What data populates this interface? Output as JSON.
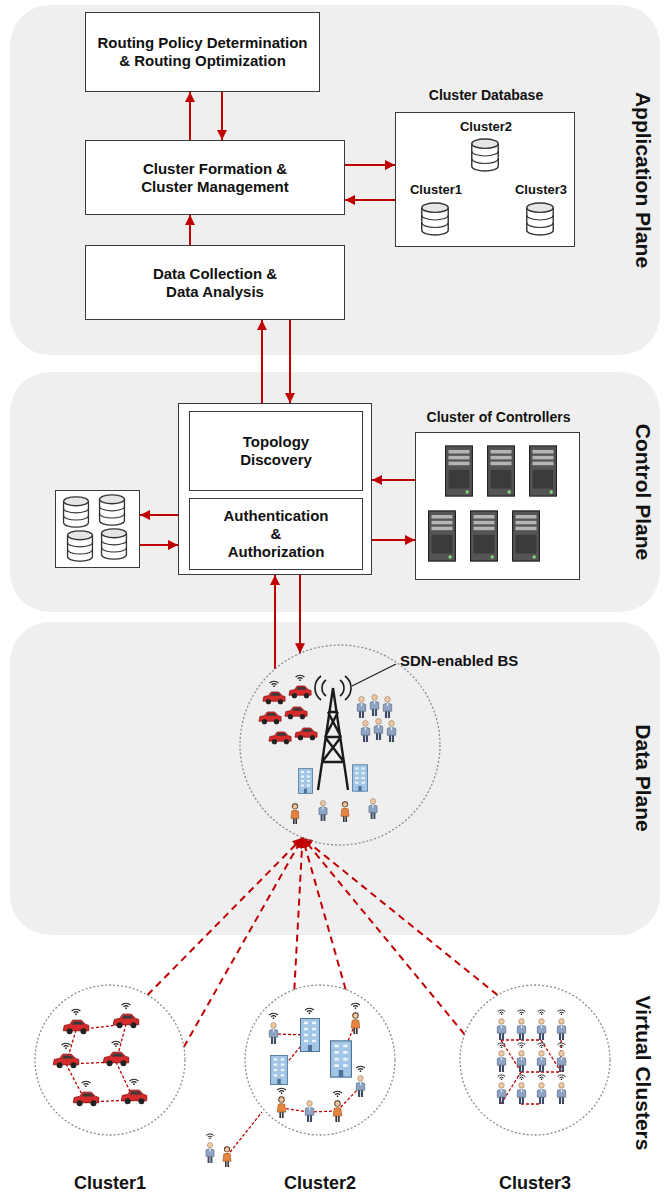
{
  "diagram": {
    "nodes": [
      {
        "text": [
          "Application Plane"
        ]
      },
      {
        "text": [
          "Routing Policy Determination & Routing Optimization"
        ],
        "in": 0
      },
      {
        "text": [
          "Cluster Formation & Cluster Management"
        ],
        "in": 0
      },
      {
        "text": [
          "Data Collection & Data Analysis"
        ],
        "in": 0
      },
      {
        "text": [
          "Cluster Database"
        ],
        "in": 0
      },
      {
        "text": [
          "Cluster2"
        ],
        "in": 4
      },
      {
        "text": [
          "Cluster1"
        ],
        "in": 4
      },
      {
        "text": [
          "Cluster3"
        ],
        "in": 4
      },
      {
        "text": [
          "Control Plane"
        ]
      },
      {
        "text": [],
        "in": 8
      },
      {
        "text": [
          "Topology Discovery"
        ],
        "in": 9
      },
      {
        "text": [
          "Authentication & Authorization"
        ],
        "in": 9
      },
      {
        "text": [],
        "in": 8
      },
      {
        "text": [
          "Cluster of Controllers"
        ],
        "in": 8
      },
      {
        "text": [
          "Data Plane"
        ]
      },
      {
        "text": [
          "SDN-enabled BS"
        ],
        "in": 14
      },
      {
        "text": [
          "Virtual Clusters"
        ]
      },
      {
        "text": [
          "Cluster1"
        ],
        "in": 16
      },
      {
        "text": [
          "Cluster2"
        ],
        "in": 16
      },
      {
        "text": [
          "Cluster3"
        ],
        "in": 16
      }
    ],
    "edges": [
      {
        "from": 2,
        "to": 1,
        "arrow": "to"
      },
      {
        "from": 1,
        "to": 2,
        "arrow": "to"
      },
      {
        "from": 3,
        "to": 2,
        "arrow": "to"
      },
      {
        "from": 2,
        "to": 4,
        "arrow": "to"
      },
      {
        "from": 4,
        "to": 2,
        "arrow": "to"
      },
      {
        "from": 9,
        "to": 3,
        "arrow": "to"
      },
      {
        "from": 3,
        "to": 9,
        "arrow": "to"
      },
      {
        "from": 9,
        "to": 12,
        "arrow": "to"
      },
      {
        "from": 12,
        "to": 9,
        "arrow": "to"
      },
      {
        "from": 13,
        "to": 9,
        "arrow": "to"
      },
      {
        "from": 9,
        "to": 13,
        "arrow": "to"
      },
      {
        "from": 15,
        "to": 9,
        "arrow": "to"
      },
      {
        "from": 9,
        "to": 15,
        "arrow": "to"
      },
      {
        "from": 17,
        "to": 15,
        "arrow": "to"
      },
      {
        "from": 17,
        "to": 15,
        "arrow": "to"
      },
      {
        "from": 18,
        "to": 15,
        "arrow": "to"
      },
      {
        "from": 18,
        "to": 15,
        "arrow": "to"
      },
      {
        "from": 19,
        "to": 15,
        "arrow": "to"
      },
      {
        "from": 19,
        "to": 15,
        "arrow": "to"
      }
    ]
  }
}
